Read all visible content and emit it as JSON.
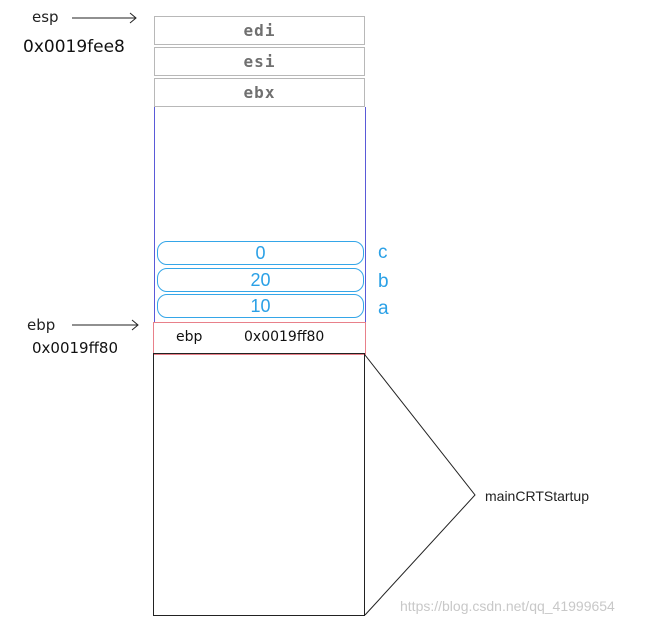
{
  "esp_pointer": {
    "label": "esp",
    "address": "0x0019fee8"
  },
  "ebp_pointer": {
    "label": "ebp",
    "address": "0x0019ff80"
  },
  "saved_registers": [
    "edi",
    "esi",
    "ebx"
  ],
  "local_variables": [
    {
      "value": "0",
      "name": "c"
    },
    {
      "value": "20",
      "name": "b"
    },
    {
      "value": "10",
      "name": "a"
    }
  ],
  "saved_ebp": {
    "label": "ebp",
    "value": "0x0019ff80"
  },
  "caller_frame_label": "mainCRTStartup",
  "watermark": "https://blog.csdn.net/qq_41999654",
  "colors": {
    "variable_blue": "#2aa0e6",
    "frame_blue": "#5a5ad8",
    "ebp_red": "#e8808a"
  }
}
